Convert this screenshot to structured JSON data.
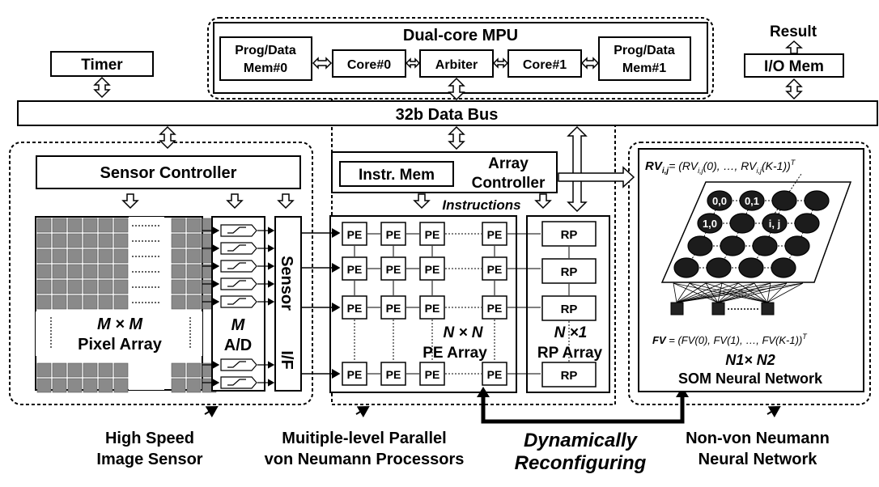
{
  "mpu": {
    "title": "Dual-core MPU",
    "prog0_line1": "Prog/Data",
    "prog0_line2": "Mem#0",
    "core0": "Core#0",
    "arbiter": "Arbiter",
    "core1": "Core#1",
    "prog1_line1": "Prog/Data",
    "prog1_line2": "Mem#1"
  },
  "timer": "Timer",
  "result": "Result",
  "io_mem": "I/O Mem",
  "data_bus": "32b Data Bus",
  "sensor": {
    "controller": "Sensor Controller",
    "array_label_1": "M × M",
    "array_label_2": "Pixel Array",
    "ad_label_1": "M",
    "ad_label_2": "A/D",
    "iface_1": "Sensor",
    "iface_2": "I/F",
    "caption_1": "High Speed",
    "caption_2": "Image Sensor"
  },
  "processor": {
    "instr_mem": "Instr. Mem",
    "array_ctrl_1": "Array",
    "array_ctrl_2": "Controller",
    "instructions": "Instructions",
    "pe": "PE",
    "rp": "RP",
    "pe_label_1": "N × N",
    "pe_label_2": "PE Array",
    "rp_label_1": "N ×1",
    "rp_label_2": "RP Array",
    "caption_1": "Muitiple-level Parallel",
    "caption_2": "von Neumann Processors"
  },
  "reconfig": {
    "line1": "Dynamically",
    "line2": "Reconfiguring"
  },
  "som": {
    "rv_label": "RV",
    "rv_sub": "i,j",
    "rv_formula": "= (RV",
    "rv_formula_sub": "i,j",
    "rv_formula_rest": "(0),  …, RV",
    "rv_formula_sub2": "i,j",
    "rv_formula_end": "(K-1))",
    "rv_sup": "T",
    "node_00": "0,0",
    "node_01": "0,1",
    "node_10": "1,0",
    "node_ij": "i, j",
    "fv_label": "FV",
    "fv_formula": " = (FV(0), FV(1), …, FV(K-1))",
    "fv_sup": "T",
    "size_label": "N1× N2",
    "net_label": "SOM Neural Network",
    "caption_1": "Non-von Neumann",
    "caption_2": "Neural Network"
  }
}
